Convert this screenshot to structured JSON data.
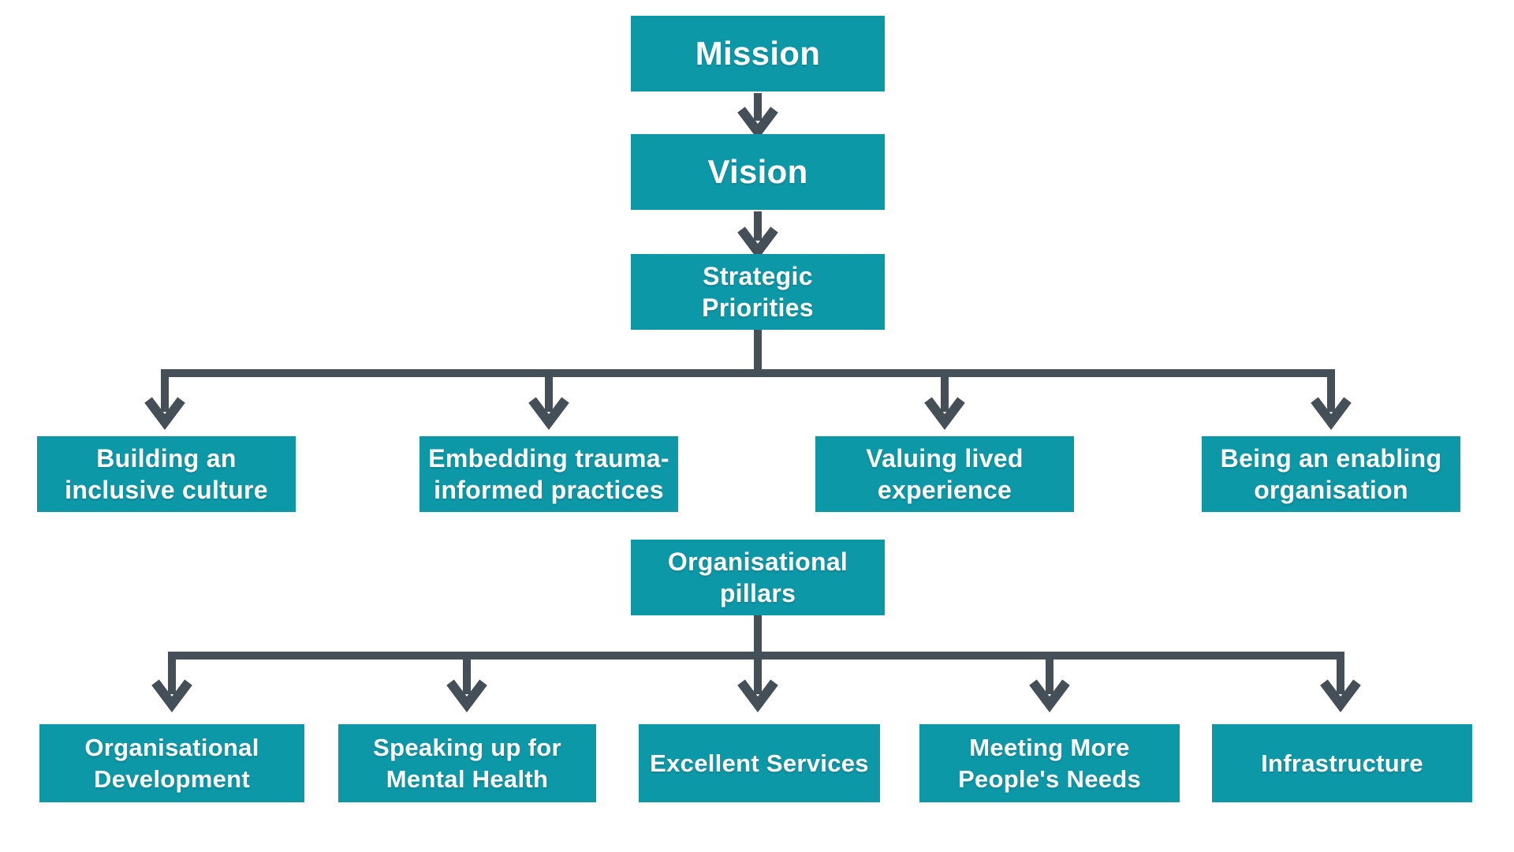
{
  "colors": {
    "background": "#ffffff",
    "box_teal": "#0d98a8",
    "connector_slate": "#444f57",
    "text_white": "#ffffff"
  },
  "diagram": {
    "type": "flowchart",
    "nodes": {
      "mission": {
        "label": "Mission"
      },
      "vision": {
        "label": "Vision"
      },
      "strategic_priorities": {
        "label": "Strategic\nPriorities"
      },
      "organisational_pillars": {
        "label": "Organisational\npillars"
      },
      "priorities": [
        {
          "label": "Building an\ninclusive culture"
        },
        {
          "label": "Embedding trauma-\ninformed practices"
        },
        {
          "label": "Valuing lived\nexperience"
        },
        {
          "label": "Being an enabling\norganisation"
        }
      ],
      "pillars": [
        {
          "label": "Organisational\nDevelopment"
        },
        {
          "label": "Speaking up for\nMental Health"
        },
        {
          "label": "Excellent Services"
        },
        {
          "label": "Meeting More\nPeople's Needs"
        },
        {
          "label": "Infrastructure"
        }
      ]
    },
    "flow": [
      "Mission -> Vision",
      "Vision -> Strategic Priorities",
      "Strategic Priorities -> 4 priority boxes",
      "Organisational pillars -> 5 pillar boxes"
    ]
  }
}
